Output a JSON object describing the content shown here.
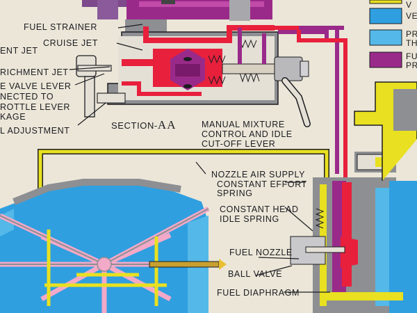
{
  "colors": {
    "paper": "#ebe6d8",
    "fuel_red": "#e8203c",
    "air_purple": "#9a2a8a",
    "air_blue": "#2f9fe0",
    "light_blue": "#54b8e8",
    "yellow_line": "#e8e020",
    "pink_line": "#f3a9c8",
    "body_gray": "#8d8f92",
    "ink": "#1c1c20"
  },
  "labels": {
    "fuel_strainer": "FUEL STRAINER",
    "cruise_jet": "CRUISE JET",
    "ent_jet": "ENT JET",
    "richment_jet": "RICHMENT JET",
    "valve_lever": "E VALVE LEVER",
    "connected_to": "NECTED TO",
    "throttle_lever": "ROTTLE LEVER",
    "kage": "KAGE",
    "adjustment": "L ADJUSTMENT",
    "section": "SECTION-",
    "section_letters": "AA",
    "manual_mixture_1": "MANUAL MIXTURE",
    "manual_mixture_2": "CONTROL AND IDLE",
    "manual_mixture_3": "CUT-OFF LEVER",
    "nozzle_air_supply": "NOZZLE AIR SUPPLY",
    "constant_effort_1": "CONSTANT EFFORT",
    "constant_effort_2": "SPRING",
    "constant_head_1": "CONSTANT HEAD",
    "constant_head_2": "IDLE SPRING",
    "fuel_nozzle": "FUEL NOZZLE",
    "ball_valve": "BALL VALVE",
    "fuel_diaphragm": "FUEL DIAPHRAGM"
  },
  "legend": [
    {
      "color": "#e8e020",
      "lines": [
        "V"
      ]
    },
    {
      "color": "#2f9fe0",
      "lines": [
        "VE"
      ]
    },
    {
      "color": "#54b8e8",
      "lines": [
        "PR",
        "TH"
      ]
    },
    {
      "color": "#9a2a8a",
      "lines": [
        "FU",
        "PR"
      ]
    }
  ]
}
